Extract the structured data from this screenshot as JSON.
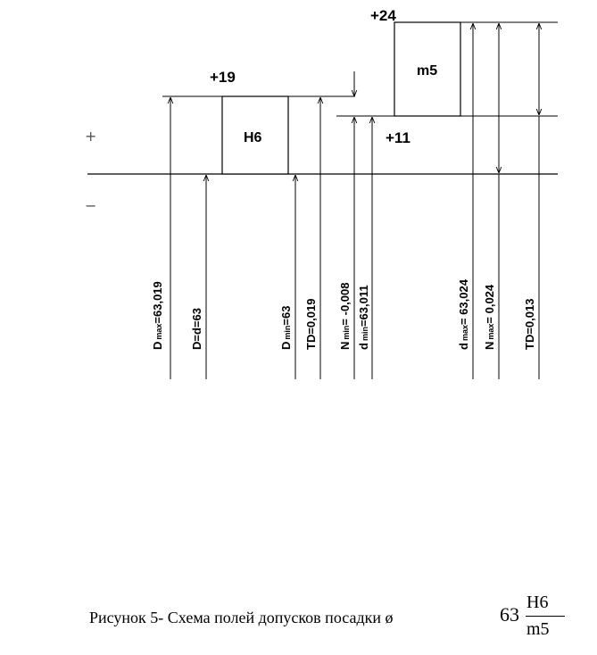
{
  "diagram": {
    "deviations": {
      "hole_es": "+19",
      "shaft_es": "+24",
      "shaft_ei": "+11"
    },
    "fields": {
      "hole": "H6",
      "shaft": "m5"
    },
    "signs": {
      "plus": "+",
      "minus": "−"
    },
    "labels": {
      "Dmax": {
        "main": "D",
        "sub": "max",
        "value": "=63,019"
      },
      "Dd": {
        "main": "D=d=63",
        "sub": "",
        "value": ""
      },
      "Dmin": {
        "main": "D",
        "sub": "min",
        "value": "=63"
      },
      "TDhole": {
        "main": "TD=0,019",
        "sub": "",
        "value": ""
      },
      "Nmin": {
        "main": "N",
        "sub": "min",
        "value": "= -0,008"
      },
      "dmin": {
        "main": "d",
        "sub": "min",
        "value": "=63,011"
      },
      "dmax": {
        "main": "d",
        "sub": "max",
        "value": "= 63,024"
      },
      "Nmax": {
        "main": "N",
        "sub": "max",
        "value": "= 0,024"
      },
      "TDshaft": {
        "main": "TD=0,013",
        "sub": "",
        "value": ""
      }
    }
  },
  "caption": {
    "text": "Рисунок 5- Схема полей допусков посадки ø",
    "nominal": "63",
    "fit_top": "H6",
    "fit_bottom": "m5"
  }
}
